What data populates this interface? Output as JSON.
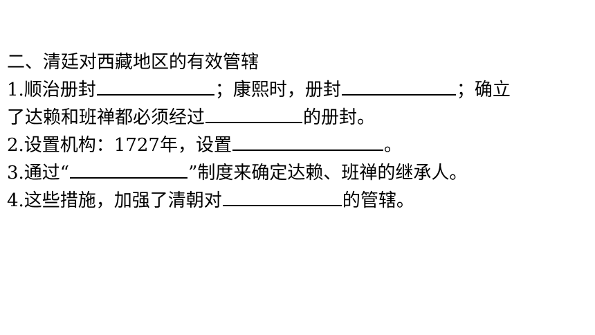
{
  "heading": "二、清廷对西藏地区的有效管辖",
  "items": [
    {
      "line1_prefix": "1.顺治册封",
      "line1_mid": "；康熙时，册封",
      "line1_suffix": "；确立",
      "line2_prefix": "了达赖和班禅都必须经过",
      "line2_suffix": "的册封。"
    },
    {
      "prefix": "2.设置机构：1727年，设置",
      "suffix": "。"
    },
    {
      "prefix": "3.通过“",
      "suffix": "”制度来确定达赖、班禅的继承人。"
    },
    {
      "prefix": "4.这些措施，加强了清朝对",
      "suffix": "的管辖。"
    }
  ]
}
